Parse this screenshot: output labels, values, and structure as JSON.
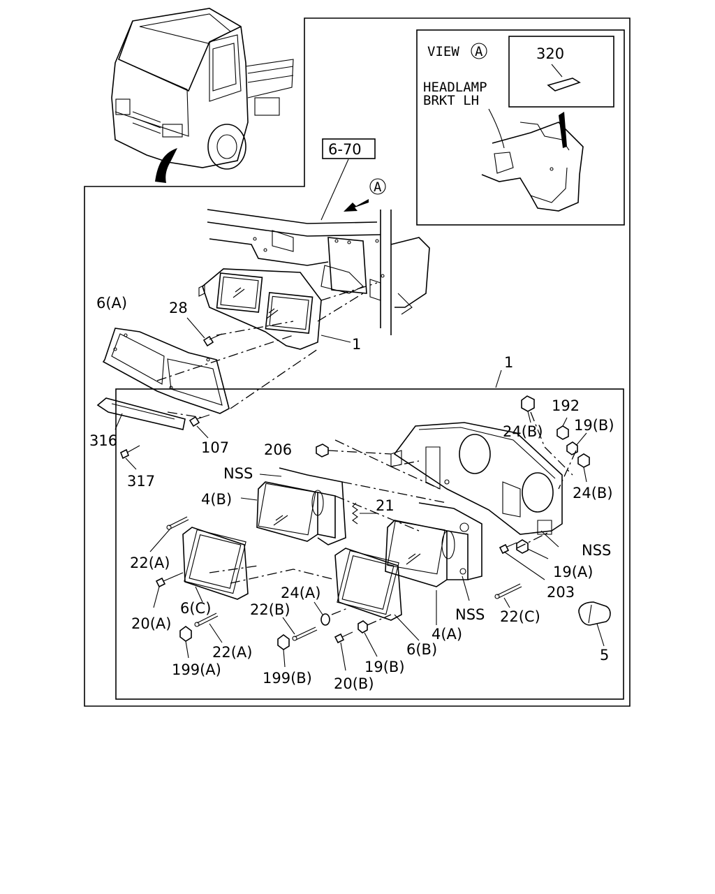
{
  "ref_box": "6-70",
  "view_marker": "A",
  "view_title_prefix": "VIEW",
  "view_label_line1": "HEADLAMP",
  "view_label_line2": "BRKT LH",
  "view_part": "320",
  "labels": {
    "l6a": "6(A)",
    "l28": "28",
    "l1_top": "1",
    "l316": "316",
    "l107": "107",
    "l317": "317",
    "l1_mid": "1",
    "l192": "192",
    "l24b_1": "24(B)",
    "l19b_1": "19(B)",
    "l206": "206",
    "lnss_1": "NSS",
    "l4b": "4(B)",
    "l21": "21",
    "l24b_2": "24(B)",
    "l22a_1": "22(A)",
    "lnss_2": "NSS",
    "l19a": "19(A)",
    "l203": "203",
    "l20a": "20(A)",
    "l6c": "6(C)",
    "l24a": "24(A)",
    "l22b": "22(B)",
    "lnss_3": "NSS",
    "l22c": "22(C)",
    "l5": "5",
    "l4a": "4(A)",
    "l22a_2": "22(A)",
    "l6b": "6(B)",
    "l199a": "199(A)",
    "l19b_2": "19(B)",
    "l199b": "199(B)",
    "l20b": "20(B)"
  }
}
